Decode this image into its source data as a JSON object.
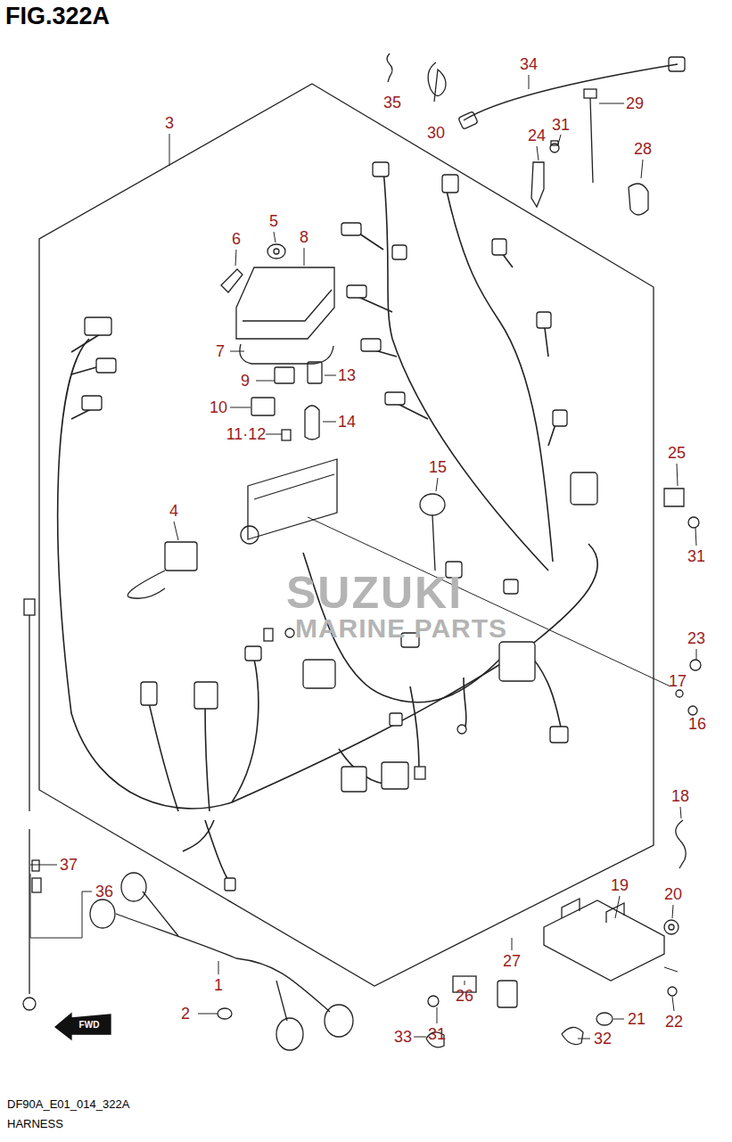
{
  "diagram": {
    "title": "FIG.322A",
    "labels": [
      "35",
      "30",
      "34",
      "29",
      "31",
      "24",
      "28",
      "3",
      "5",
      "6",
      "8",
      "7",
      "9",
      "13",
      "10",
      "11·12",
      "14",
      "15",
      "25",
      "4",
      "31",
      "SUZUKI",
      "MARINE PARTS",
      "23",
      "17",
      "16",
      "18",
      "37",
      "19",
      "36",
      "20",
      "27",
      "1",
      "26",
      "2",
      "21",
      "22",
      "FWD",
      "31",
      "33",
      "32",
      "DF90A_E01_014_322A",
      "HARNESS"
    ]
  }
}
